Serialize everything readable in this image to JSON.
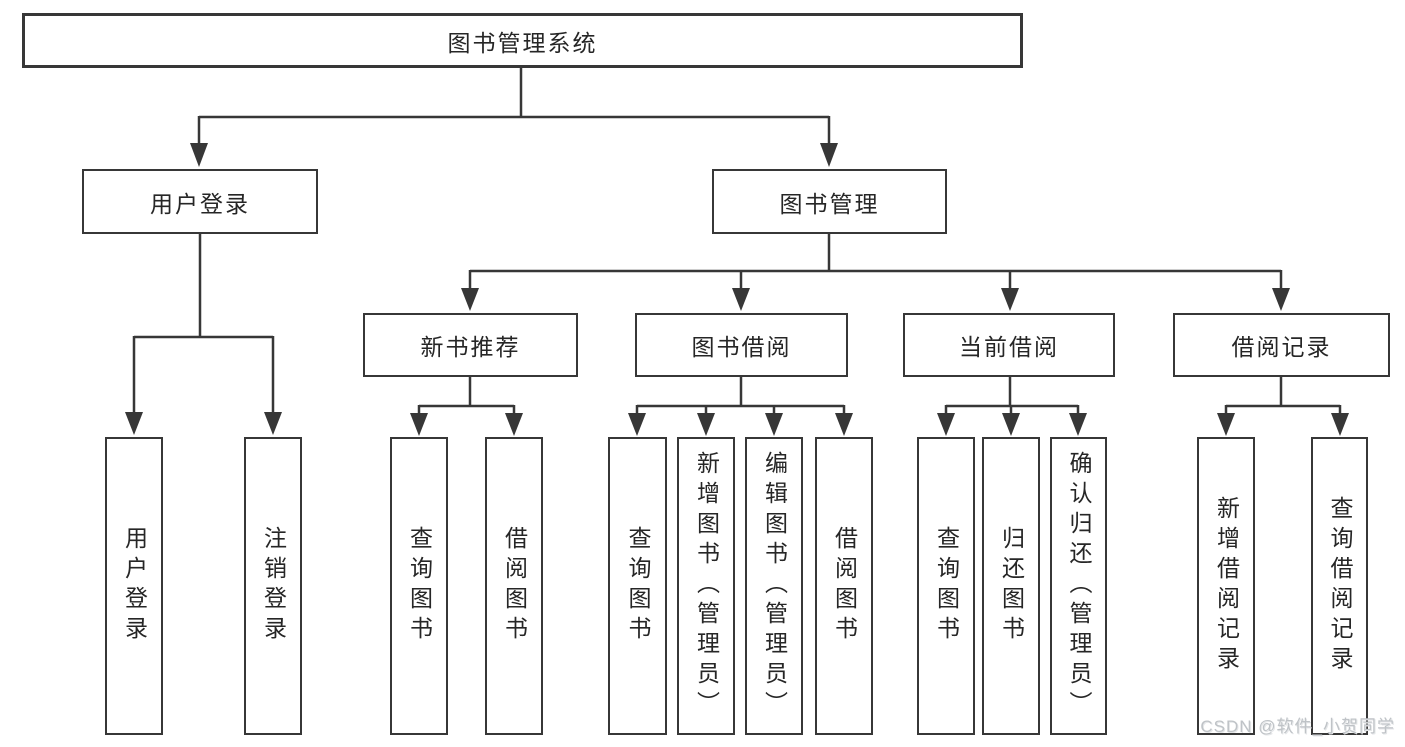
{
  "tree": {
    "root": "图书管理系统",
    "login": {
      "label": "用户登录",
      "children": [
        "用户登录",
        "注销登录"
      ]
    },
    "management": {
      "label": "图书管理",
      "sections": [
        {
          "label": "新书推荐",
          "children": [
            "查询图书",
            "借阅图书"
          ]
        },
        {
          "label": "图书借阅",
          "children": [
            "查询图书",
            "新增图书（管理员）",
            "编辑图书（管理员）",
            "借阅图书"
          ]
        },
        {
          "label": "当前借阅",
          "children": [
            "查询图书",
            "归还图书",
            "确认归还（管理员）"
          ]
        },
        {
          "label": "借阅记录",
          "children": [
            "新增借阅记录",
            "查询借阅记录"
          ]
        }
      ]
    }
  },
  "watermark": "CSDN @软件_小贺同学",
  "colors": {
    "line": "#373737",
    "text": "#262626",
    "background": "#ffffff",
    "watermark": "#bfc3c7"
  }
}
